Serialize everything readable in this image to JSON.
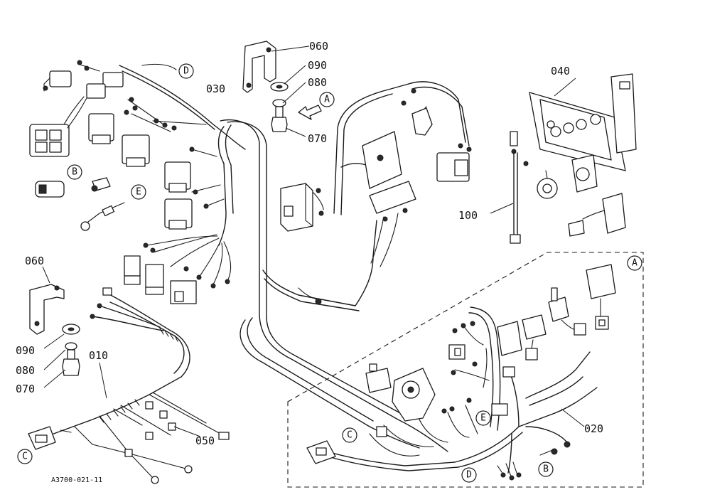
{
  "part_numbers": {
    "p010": "010",
    "p020": "020",
    "p030": "030",
    "p040": "040",
    "p050": "050",
    "p060_top": "060",
    "p060_left": "060",
    "p070_top": "070",
    "p070_left": "070",
    "p080_top": "080",
    "p080_left": "080",
    "p090_top": "090",
    "p090_left": "090",
    "p100": "100"
  },
  "callouts": {
    "a_arrow": "A",
    "a_box": "A",
    "b_left": "B",
    "b_bottom": "B",
    "c_left": "C",
    "c_bottom": "C",
    "d_top": "D",
    "d_bottom": "D",
    "e_left": "E",
    "e_bottom": "E"
  },
  "drawing_ref": "A3700-021-11"
}
